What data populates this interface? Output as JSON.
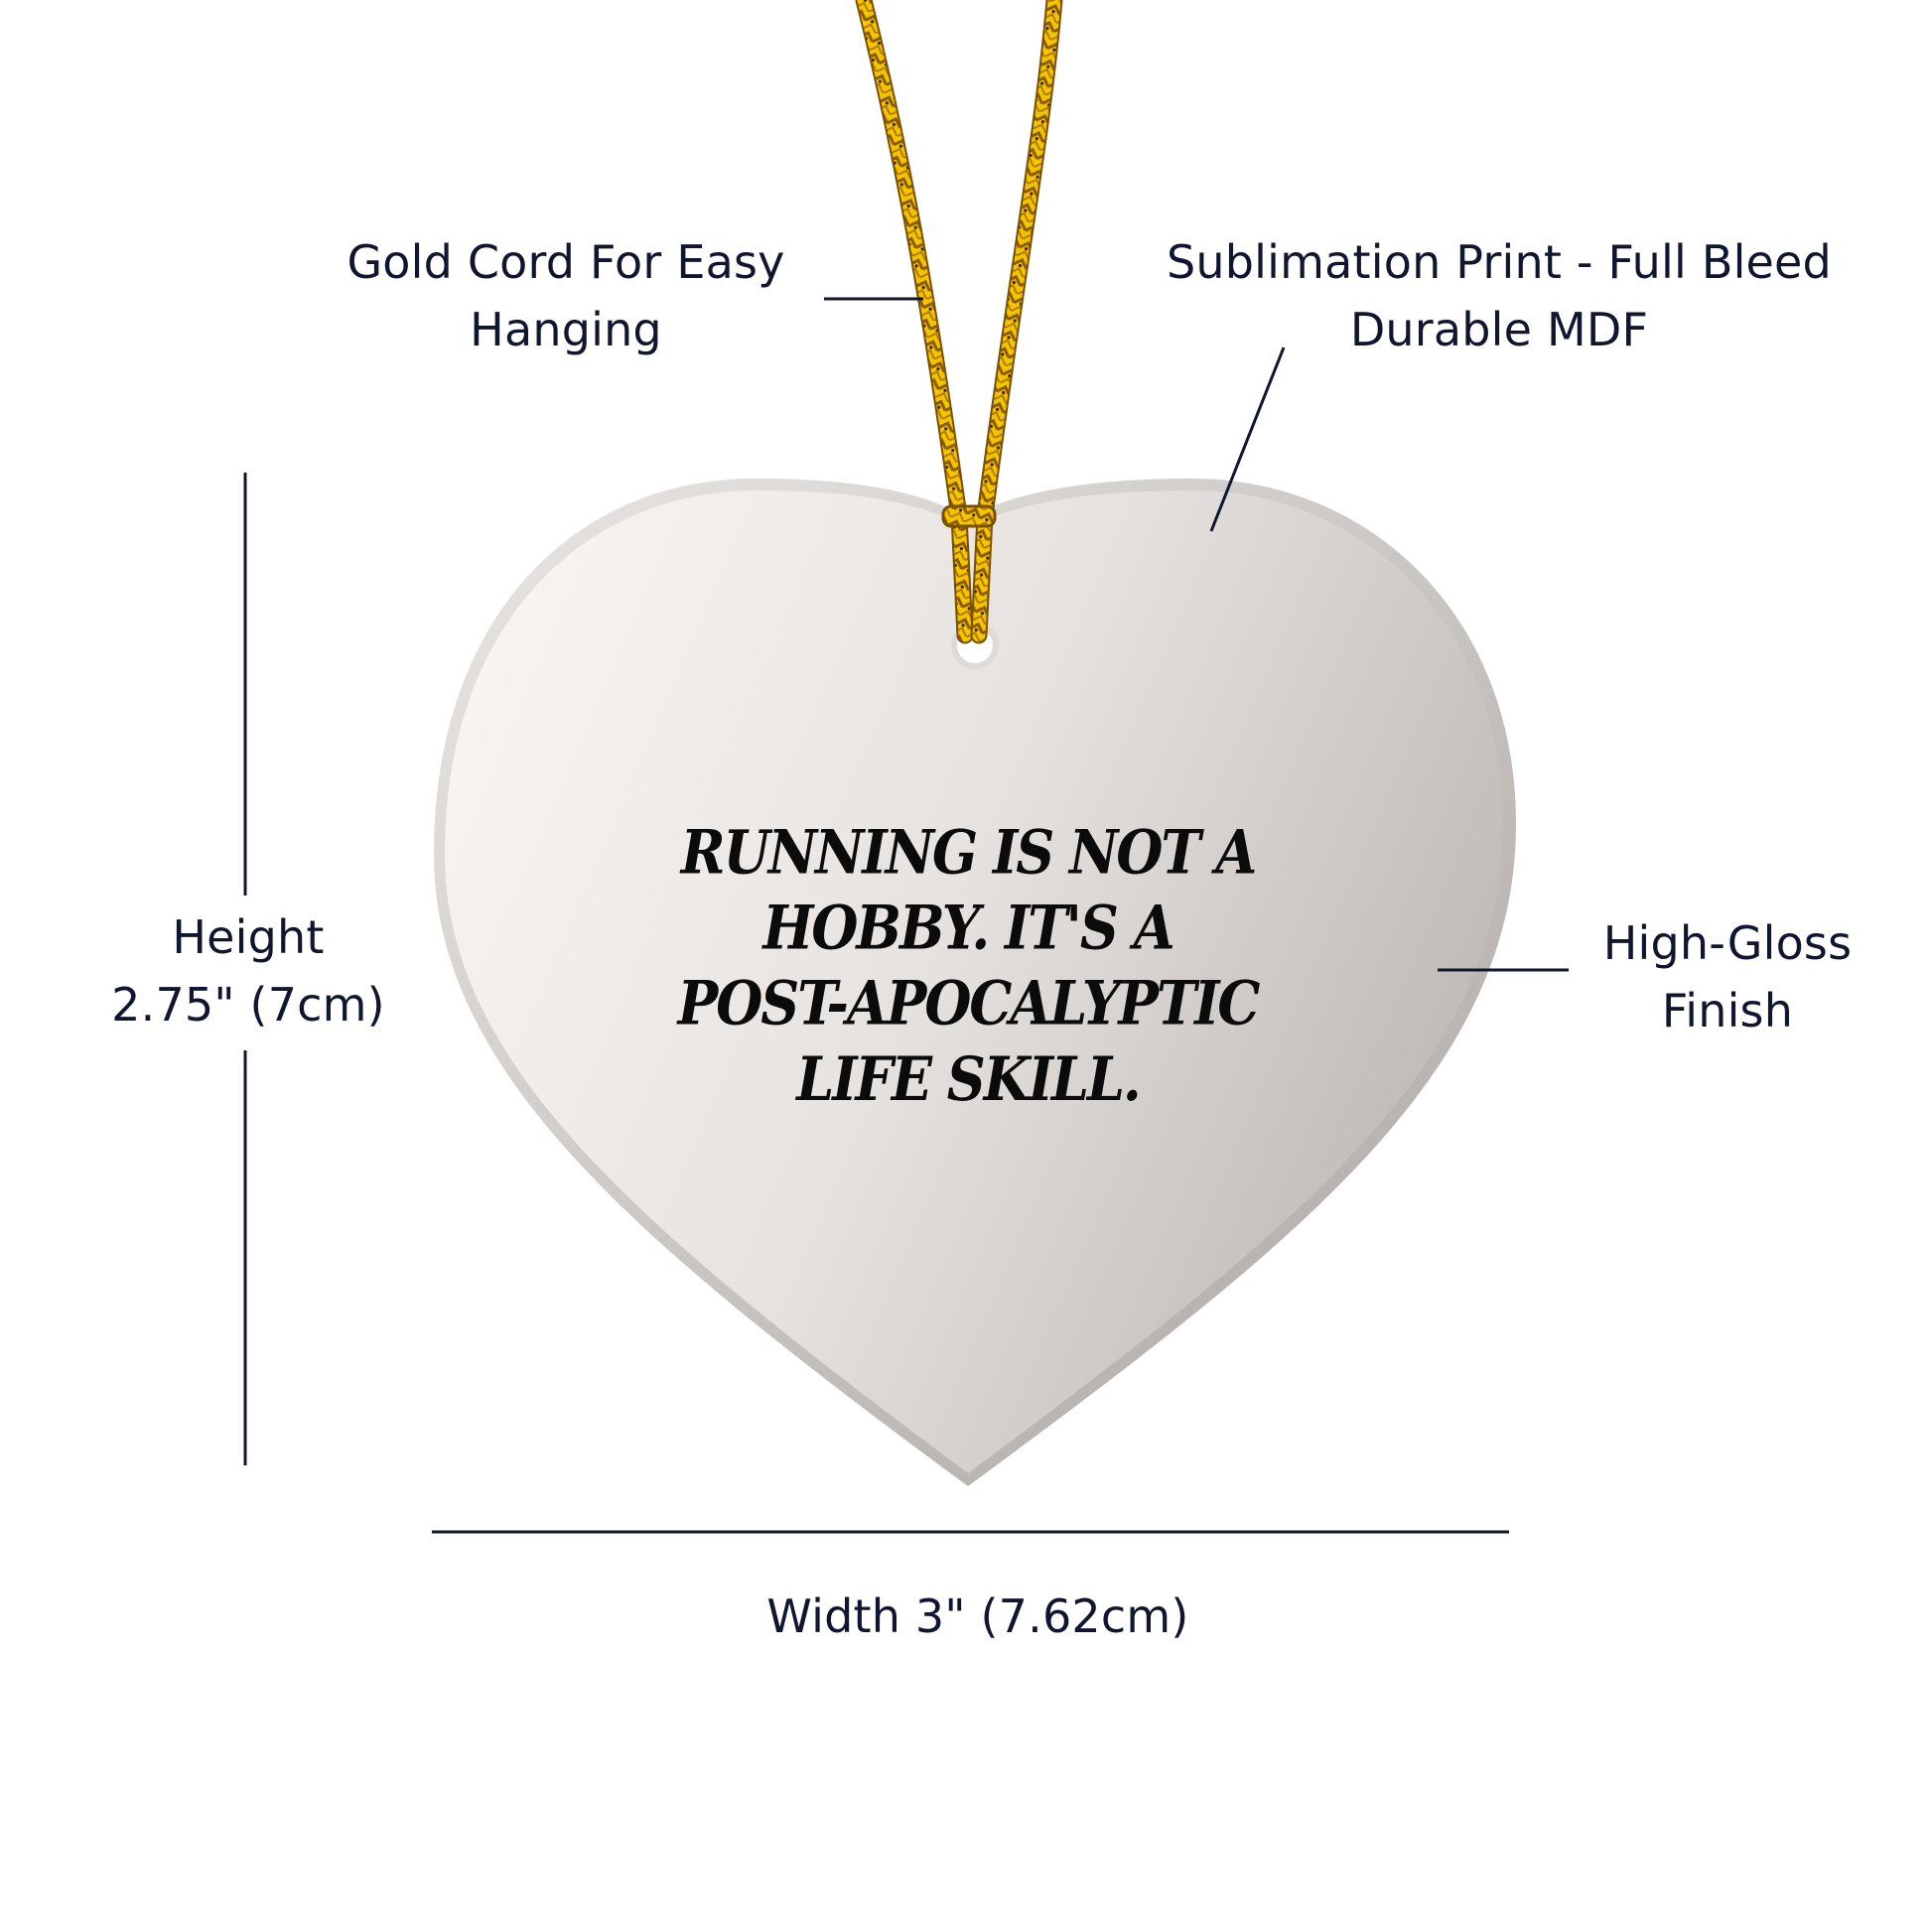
{
  "product": {
    "type": "heart ornament",
    "quote_lines": [
      "RUNNING IS NOT A",
      "HOBBY. IT'S A",
      "POST-APOCALYPTIC",
      "LIFE SKILL."
    ]
  },
  "callouts": {
    "cord": {
      "lines": [
        "Gold Cord For Easy",
        "Hanging"
      ]
    },
    "print": {
      "lines": [
        "Sublimation Print - Full Bleed",
        "Durable MDF"
      ]
    },
    "finish": {
      "lines": [
        "High-Gloss",
        "Finish"
      ]
    }
  },
  "dimensions": {
    "height": {
      "lines": [
        "Height",
        "2.75\" (7cm)"
      ]
    },
    "width": {
      "label": "Width 3\" (7.62cm)"
    }
  },
  "colors": {
    "text": "#10162f",
    "line": "#10162f",
    "cord_gold": "#f2c200",
    "cord_dark": "#8a5a00",
    "heart_light": "#f4f1ef",
    "heart_dark": "#bcb7b3",
    "heart_rim": "#cfcac6"
  }
}
